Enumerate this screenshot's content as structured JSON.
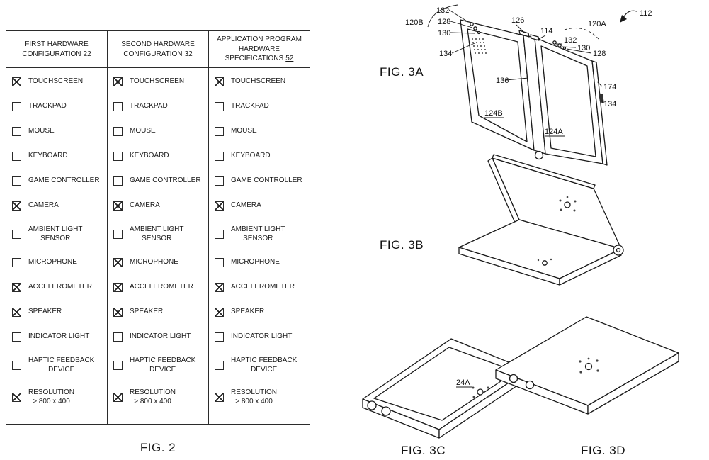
{
  "figure_captions": {
    "fig2": "FIG. 2",
    "fig3a": "FIG. 3A",
    "fig3b": "FIG. 3B",
    "fig3c": "FIG. 3C",
    "fig3d": "FIG. 3D"
  },
  "table": {
    "columns": [
      {
        "title": "FIRST HARDWARE\nCONFIGURATION",
        "ref": "22",
        "items": [
          {
            "label": "TOUCHSCREEN",
            "checked": true
          },
          {
            "label": "TRACKPAD",
            "checked": false
          },
          {
            "label": "MOUSE",
            "checked": false
          },
          {
            "label": "KEYBOARD",
            "checked": false
          },
          {
            "label": "GAME CONTROLLER",
            "checked": false
          },
          {
            "label": "CAMERA",
            "checked": true
          },
          {
            "label": "AMBIENT LIGHT\nSENSOR",
            "checked": false
          },
          {
            "label": "MICROPHONE",
            "checked": false
          },
          {
            "label": "ACCELEROMETER",
            "checked": true
          },
          {
            "label": "SPEAKER",
            "checked": true
          },
          {
            "label": "INDICATOR LIGHT",
            "checked": false
          },
          {
            "label": "HAPTIC FEEDBACK\nDEVICE",
            "checked": false
          },
          {
            "label": "RESOLUTION\n> 800 x 400",
            "checked": true
          }
        ]
      },
      {
        "title": "SECOND HARDWARE\nCONFIGURATION",
        "ref": "32",
        "items": [
          {
            "label": "TOUCHSCREEN",
            "checked": true
          },
          {
            "label": "TRACKPAD",
            "checked": false
          },
          {
            "label": "MOUSE",
            "checked": false
          },
          {
            "label": "KEYBOARD",
            "checked": false
          },
          {
            "label": "GAME CONTROLLER",
            "checked": false
          },
          {
            "label": "CAMERA",
            "checked": true
          },
          {
            "label": "AMBIENT LIGHT\nSENSOR",
            "checked": false
          },
          {
            "label": "MICROPHONE",
            "checked": true
          },
          {
            "label": "ACCELEROMETER",
            "checked": true
          },
          {
            "label": "SPEAKER",
            "checked": true
          },
          {
            "label": "INDICATOR LIGHT",
            "checked": false
          },
          {
            "label": "HAPTIC FEEDBACK\nDEVICE",
            "checked": false
          },
          {
            "label": "RESOLUTION\n> 800 x 400",
            "checked": true
          }
        ]
      },
      {
        "title": "APPLICATION PROGRAM\nHARDWARE\nSPECIFICATIONS",
        "ref": "52",
        "items": [
          {
            "label": "TOUCHSCREEN",
            "checked": true
          },
          {
            "label": "TRACKPAD",
            "checked": false
          },
          {
            "label": "MOUSE",
            "checked": false
          },
          {
            "label": "KEYBOARD",
            "checked": false
          },
          {
            "label": "GAME CONTROLLER",
            "checked": false
          },
          {
            "label": "CAMERA",
            "checked": true
          },
          {
            "label": "AMBIENT LIGHT\nSENSOR",
            "checked": false
          },
          {
            "label": "MICROPHONE",
            "checked": false
          },
          {
            "label": "ACCELEROMETER",
            "checked": true
          },
          {
            "label": "SPEAKER",
            "checked": true
          },
          {
            "label": "INDICATOR LIGHT",
            "checked": false
          },
          {
            "label": "HAPTIC FEEDBACK\nDEVICE",
            "checked": false
          },
          {
            "label": "RESOLUTION\n> 800 x 400",
            "checked": true
          }
        ]
      }
    ]
  },
  "ref_labels": {
    "fig3a": {
      "n132_left": "132",
      "n120B": "120B",
      "n128_left": "128",
      "n130_left": "130",
      "n134_left": "134",
      "n126": "126",
      "n114": "114",
      "n132_right": "132",
      "n130_right": "130",
      "n128_right": "128",
      "n120A": "120A",
      "n112": "112",
      "n136": "136",
      "n174": "174",
      "n134_right": "134",
      "n124B": "124B",
      "n124A": "124A"
    },
    "fig3c": {
      "n24A": "24A"
    }
  }
}
